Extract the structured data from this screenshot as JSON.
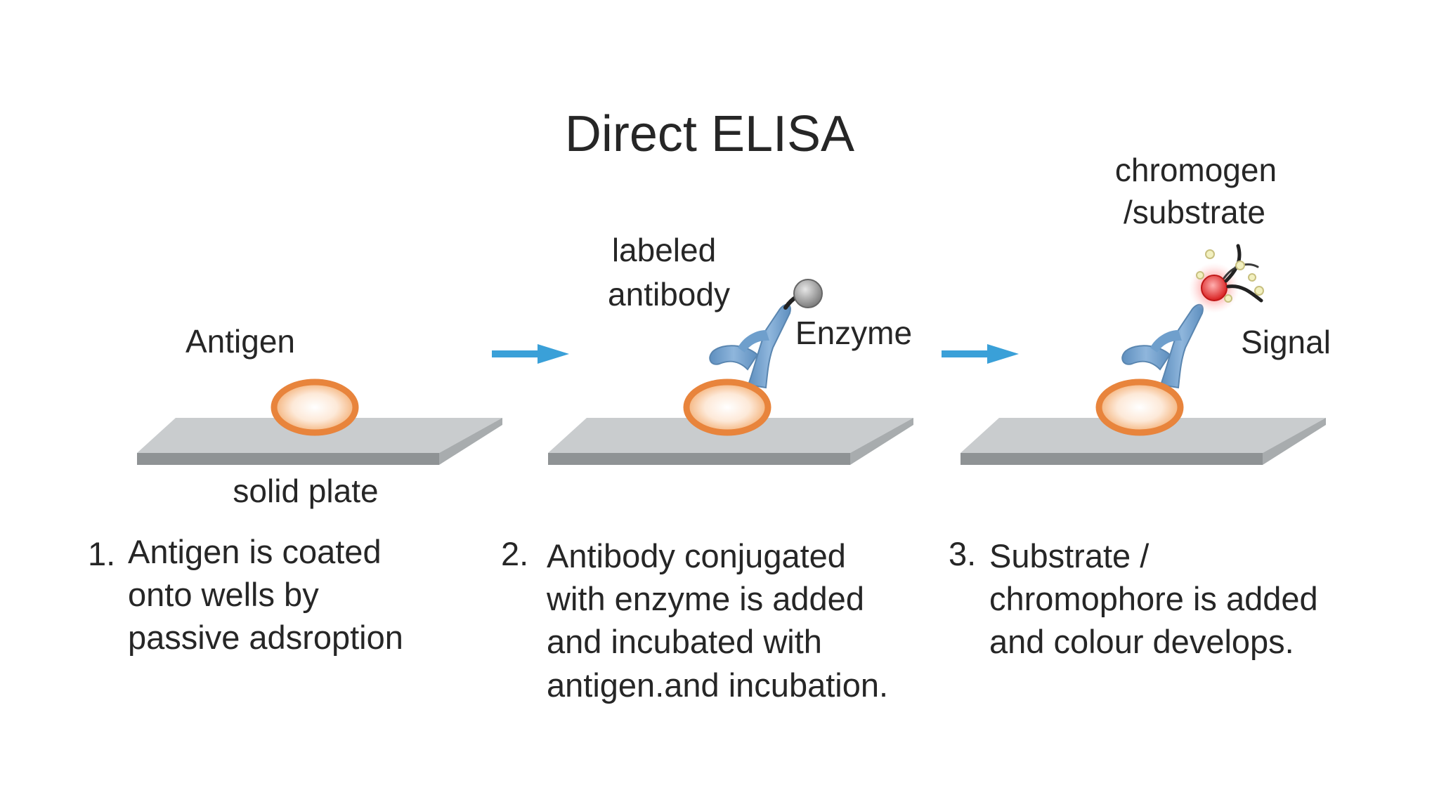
{
  "title": "Direct ELISA",
  "labels": {
    "antigen": "Antigen",
    "solid_plate": "solid plate",
    "labeled_antibody_line1": "labeled",
    "labeled_antibody_line2": "antibody",
    "enzyme": "Enzyme",
    "chromogen_line1": "chromogen",
    "chromogen_line2": "/substrate",
    "signal": "Signal"
  },
  "steps": [
    {
      "number": "1.",
      "lines": [
        "Antigen is coated",
        "onto wells by",
        "passive adsroption"
      ]
    },
    {
      "number": "2.",
      "lines": [
        "Antibody conjugated",
        "with enzyme is added",
        "and incubated with",
        "antigen.and incubation."
      ]
    },
    {
      "number": "3.",
      "lines": [
        "Substrate /",
        "chromophore is added",
        "and colour develops."
      ]
    }
  ],
  "colors": {
    "plate_top": "#c9ccce",
    "plate_edge": "#8f9395",
    "antigen_rim": "#e8843c",
    "antigen_fill": "#fbe3cf",
    "antibody": "#6f9fcc",
    "enzyme": "#9a9a9a",
    "signal": "#e53030",
    "arrow": "#3aa0d8"
  }
}
